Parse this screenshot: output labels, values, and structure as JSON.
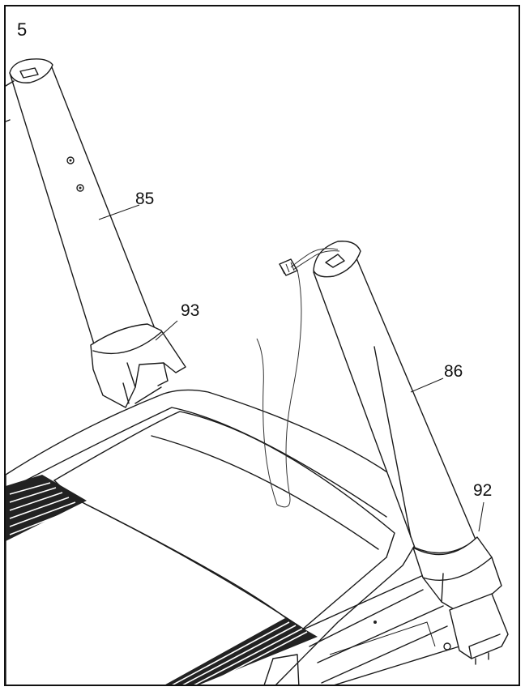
{
  "step_number": "5",
  "callouts": {
    "part_85": "85",
    "part_86": "86",
    "part_92": "92",
    "part_93": "93"
  },
  "colors": {
    "line": "#1a1a1a",
    "background": "#ffffff"
  }
}
